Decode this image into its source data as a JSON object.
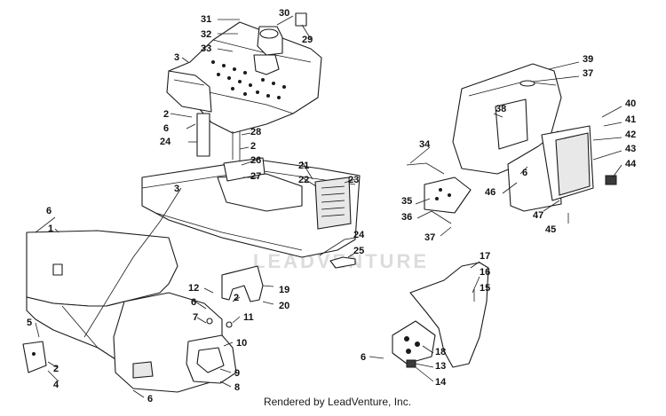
{
  "watermark": "LEADVENTURE",
  "footer_text": "Rendered by LeadVenture, Inc.",
  "callouts": {
    "n1": "1",
    "n2": "2",
    "n3": "3",
    "n4": "4",
    "n5": "5",
    "n6": "6",
    "n7": "7",
    "n8": "8",
    "n9": "9",
    "n10": "10",
    "n11": "11",
    "n12": "12",
    "n13": "13",
    "n14": "14",
    "n15": "15",
    "n16": "16",
    "n17": "17",
    "n18": "18",
    "n19": "19",
    "n20": "20",
    "n21": "21",
    "n22": "22",
    "n23": "23",
    "n24": "24",
    "n25": "25",
    "n26": "26",
    "n27": "27",
    "n28": "28",
    "n29": "29",
    "n30": "30",
    "n31": "31",
    "n32": "32",
    "n33": "33",
    "n34": "34",
    "n35": "35",
    "n36": "36",
    "n37": "37",
    "n38": "38",
    "n39": "39",
    "n40": "40",
    "n41": "41",
    "n42": "42",
    "n43": "43",
    "n44": "44",
    "n45": "45",
    "n46": "46",
    "n47": "47"
  }
}
